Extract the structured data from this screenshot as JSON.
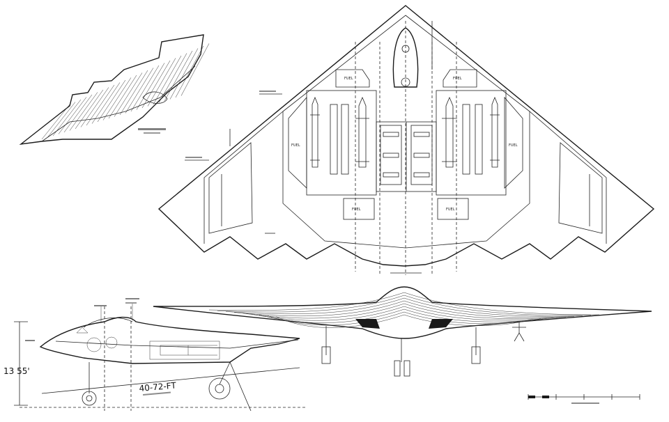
{
  "drawing": {
    "background": "#ffffff",
    "ink": "#1a1a1a"
  },
  "side_view": {
    "height_dim": "13 55'",
    "length_dim": "40-72-FT"
  },
  "plan_view": {
    "fuel_label": "FUEL"
  },
  "icons": [
    "isometric-aircraft-icon",
    "plan-view-aircraft-icon",
    "side-view-aircraft-icon",
    "front-view-aircraft-icon",
    "scale-bar-icon"
  ]
}
